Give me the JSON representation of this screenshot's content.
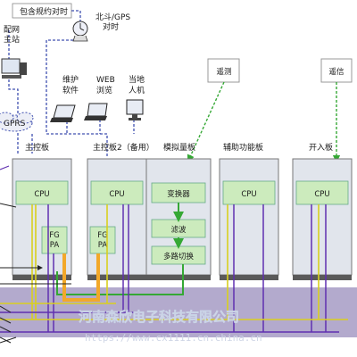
{
  "top_note": "包含规约对时",
  "gps_label": "北斗/GPS\n对时",
  "master_label": "配网\n主站",
  "gprs_label": "GPRS",
  "pc_labels": [
    "维护\n软件",
    "WEB\n浏览",
    "当地\n人机"
  ],
  "remote_measure": "遥测",
  "remote_comm": "遥信",
  "board_titles": [
    "主控板",
    "主控板2（备用）",
    "模拟量板",
    "辅助功能板",
    "开入板"
  ],
  "cpu_label": "CPU",
  "fpga_label": "FG\nPA",
  "converter_label": "变换器",
  "filter_label": "滤波",
  "mux_label": "多路切换",
  "watermark": "河南森欣电子科技有限公司",
  "watermark_url": "https://www.cx1111.cn.china.cn",
  "colors": {
    "board_fill": "#e1e5ec",
    "inner_fill": "#ccebbd",
    "backplane": "#b3aacd",
    "purple_line": "#6030b0",
    "green_dash": "#35a835",
    "orange": "#f2a82a",
    "yellow": "#d9cf1e",
    "dash_blue": "#4050b0"
  }
}
